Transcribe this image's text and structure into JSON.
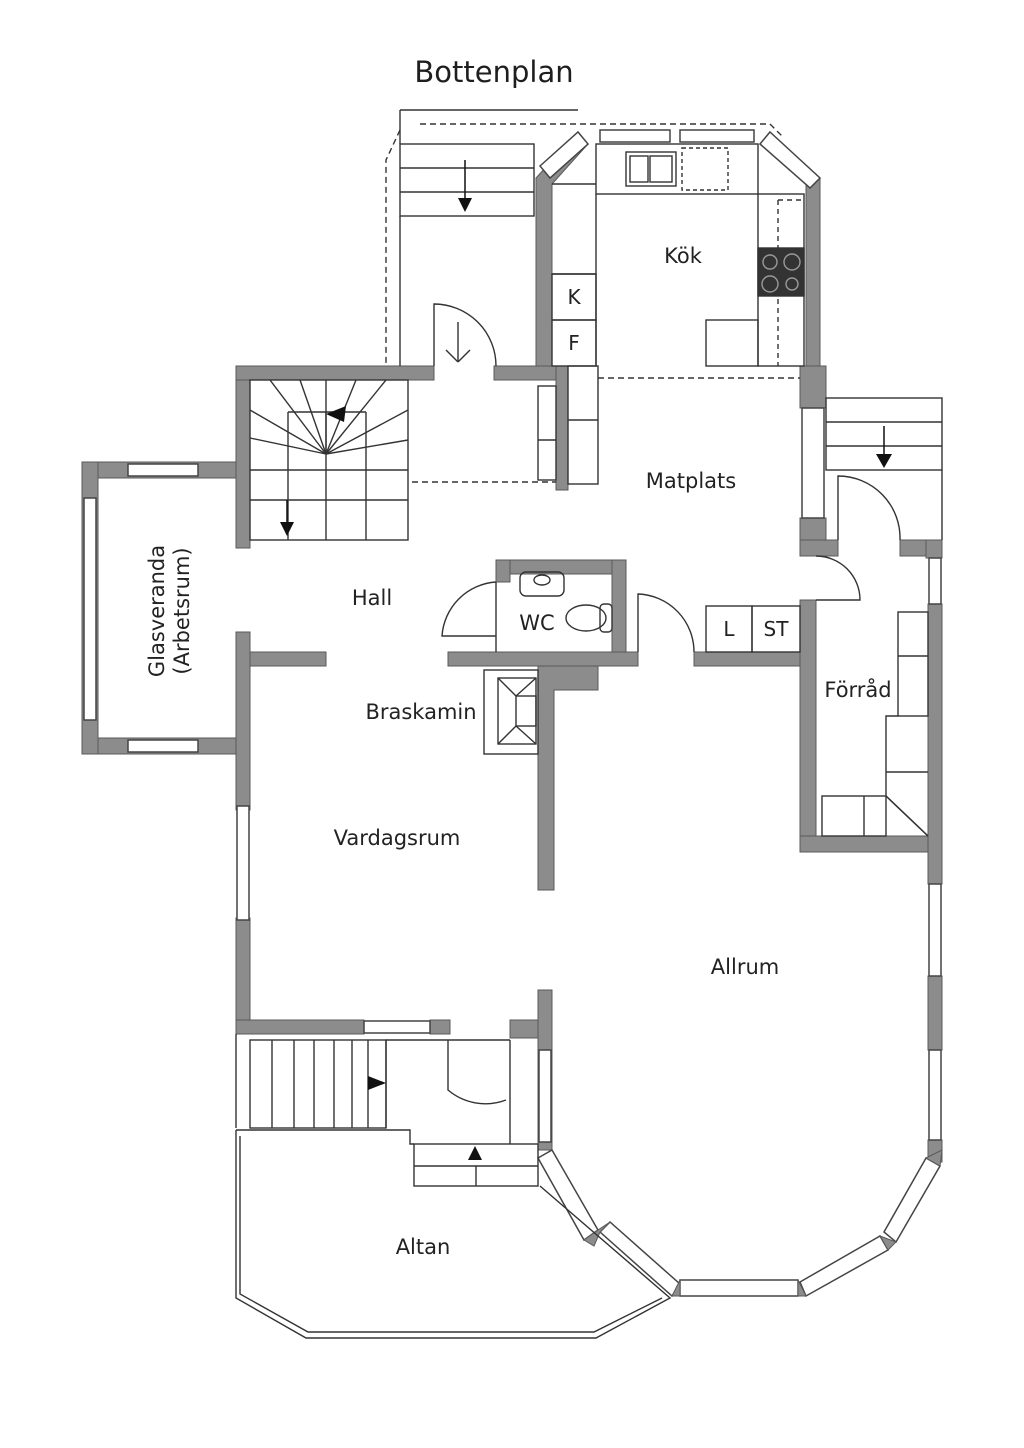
{
  "plan": {
    "title": "Bottenplan",
    "rooms": {
      "kok": "Kök",
      "matplats": "Matplats",
      "hall": "Hall",
      "wc": "WC",
      "glasveranda": "Glasveranda",
      "arbetsrum": "(Arbetsrum)",
      "braskamin": "Braskamin",
      "vardagsrum": "Vardagsrum",
      "forrad": "Förråd",
      "allrum": "Allrum",
      "altan": "Altan"
    },
    "fixtures": {
      "k": "K",
      "f": "F",
      "l": "L",
      "st": "ST"
    },
    "colors": {
      "wall": "#8c8c8c",
      "wall_edge": "#555555",
      "line": "#333333",
      "stove": "#333333"
    }
  }
}
